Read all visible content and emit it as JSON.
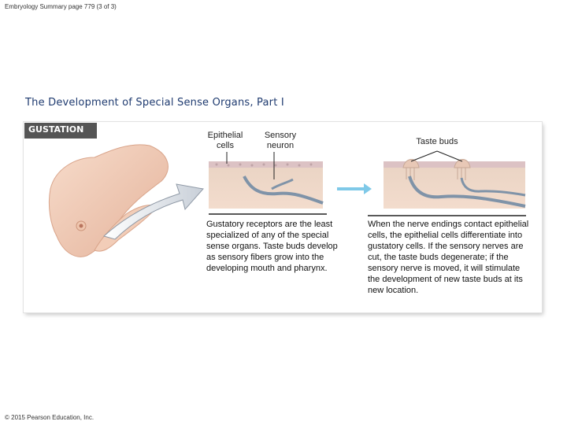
{
  "header": "Embryology Summary page 779 (3 of 3)",
  "title": "The Development of Special Sense Organs, Part I",
  "tag": "GUSTATION",
  "labels": {
    "epithelial": "Epithelial cells",
    "sensory": "Sensory neuron",
    "taste_buds": "Taste buds"
  },
  "captions": {
    "left": "Gustatory receptors are the least specialized of any of the special sense organs. Taste buds develop as sensory fibers grow into the developing mouth and pharynx.",
    "right": "When the nerve endings contact epithelial cells, the epithelial cells differentiate into gustatory cells. If the sensory nerves are cut, the taste buds degenerate; if the sensory nerve is moved, it will stimulate the development of new taste buds at its new location."
  },
  "copyright": "© 2015 Pearson Education, Inc."
}
